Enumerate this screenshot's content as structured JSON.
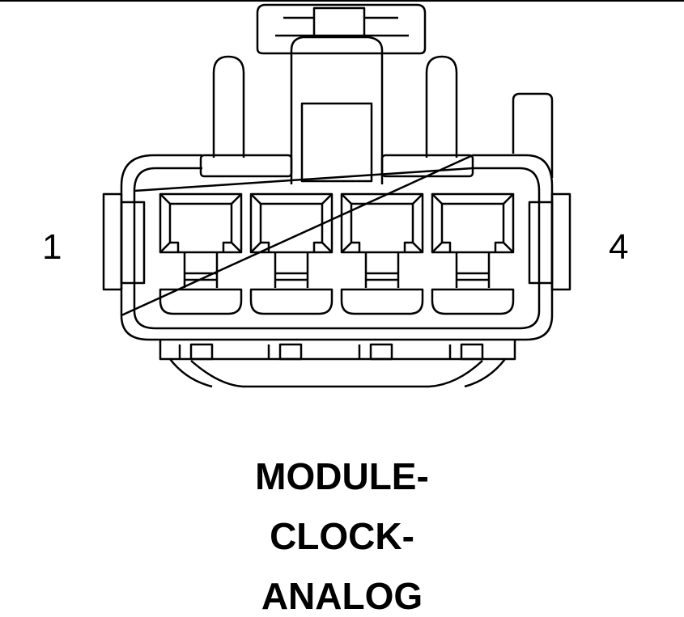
{
  "diagram": {
    "pin_labels": {
      "first": "1",
      "last": "4"
    },
    "title_lines": [
      "MODULE-",
      "CLOCK-",
      "ANALOG"
    ],
    "cavity_count": 4,
    "colors": {
      "stroke": "#000000",
      "background": "#ffffff"
    }
  }
}
